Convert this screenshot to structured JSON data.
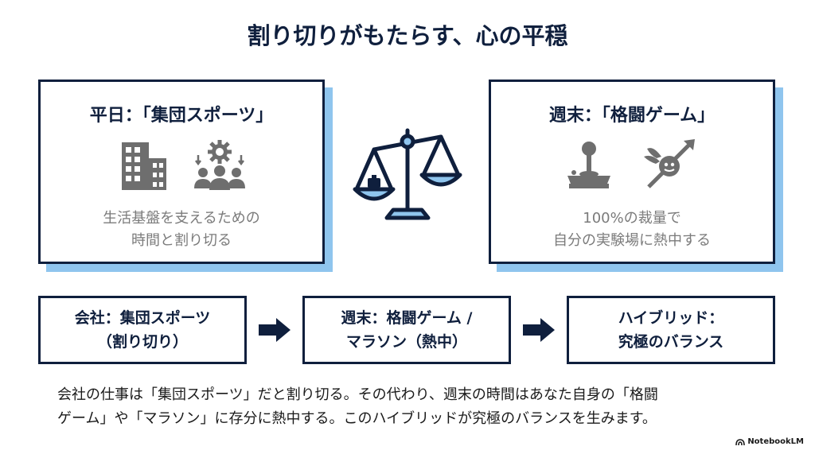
{
  "title": "割り切りがもたらす、心の平穏",
  "left_card": {
    "title": "平日：「集団スポーツ」",
    "desc_line1": "生活基盤を支えるための",
    "desc_line2": "時間と割り切る",
    "icons": [
      "office-building-icon",
      "team-gear-icon"
    ]
  },
  "right_card": {
    "title": "週末：「格闘ゲーム」",
    "desc_line1": "100%の裁量で",
    "desc_line2": "自分の実験場に熱中する",
    "icons": [
      "joystick-icon",
      "winged-ball-icon"
    ]
  },
  "center_icon": "balance-scale-icon",
  "steps": [
    {
      "line1": "会社：集団スポーツ",
      "line2": "（割り切り）"
    },
    {
      "line1": "週末：格闘ゲーム /",
      "line2": "マラソン（熱中）"
    },
    {
      "line1": "ハイブリッド：",
      "line2": "究極のバランス"
    }
  ],
  "body": {
    "line1": "会社の仕事は「集団スポーツ」だと割り切る。その代わり、週末の時間はあなた自身の「格闘",
    "line2": "ゲーム」や「マラソン」に存分に熱中する。このハイブリッドが究極のバランスを生みます。"
  },
  "brand": "NotebookLM",
  "colors": {
    "navy": "#0f1f3d",
    "shadow_blue": "#8fc5ee",
    "gray_text": "#7b7b7b",
    "icon_gray": "#6e6e6e"
  }
}
